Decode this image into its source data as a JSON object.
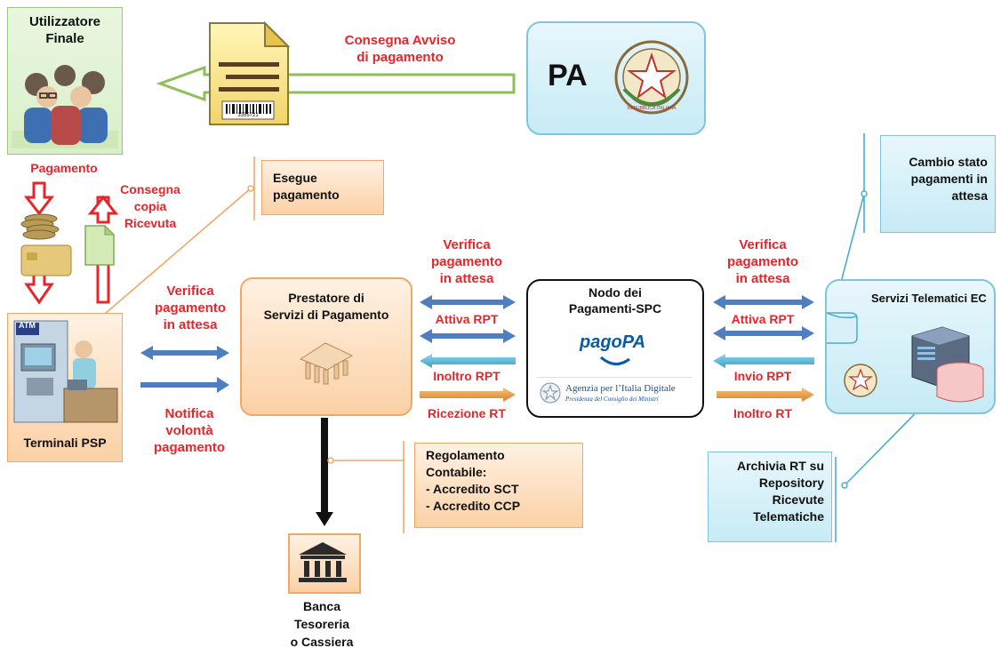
{
  "colors": {
    "red": "#e8252b",
    "blue_arrow": "#4f7fc0",
    "orange_arrow": "#e89a3a",
    "teal_arrow": "#4aaecf",
    "green_arrow": "#8dc05a",
    "line_orange": "#f0a868",
    "line_teal": "#4aaecf"
  },
  "end_user": {
    "title_l1": "Utilizzatore",
    "title_l2": "Finale",
    "icon": "people-icon"
  },
  "notice_doc": {
    "icon": "document-barcode-icon",
    "barcode": "3355721"
  },
  "pa": {
    "label": "PA",
    "seal_icon": "italian-emblem-icon",
    "seal_text": "REPUBBLICA ITALIANA"
  },
  "consegna_avviso": {
    "l1": "Consegna Avviso",
    "l2": "di pagamento"
  },
  "pagamento": "Pagamento",
  "consegna_copia": {
    "l1": "Consegna",
    "l2": "copia",
    "l3": "Ricevuta"
  },
  "esegue_pagamento": {
    "l1": "Esegue",
    "l2": "pagamento"
  },
  "terminali": {
    "label": "Terminali PSP",
    "atm": "ATM",
    "icon": "atm-cashier-icon"
  },
  "left_verifica": {
    "l1": "Verifica",
    "l2": "pagamento",
    "l3": "in attesa"
  },
  "left_notifica": {
    "l1": "Notifica",
    "l2": "volontà",
    "l3": "pagamento"
  },
  "psp": {
    "l1": "Prestatore  di",
    "l2": "Servizi di Pagamento",
    "icon": "bank-building-icon"
  },
  "mid_verifica": {
    "l1": "Verifica",
    "l2": "pagamento",
    "l3": "in attesa"
  },
  "mid_attiva": "Attiva RPT",
  "mid_inoltro": "Inoltro RPT",
  "mid_ricezione": "Ricezione RT",
  "nodo": {
    "l1": "Nodo dei",
    "l2": "Pagamenti-SPC",
    "logo": "pagoPA",
    "agid_l1": "Agenzia per l’Italia Digitale",
    "agid_l2": "Presidenza del Consiglio dei Ministri"
  },
  "right_verifica": {
    "l1": "Verifica",
    "l2": "pagamento",
    "l3": "in attesa"
  },
  "right_attiva": "Attiva RPT",
  "right_invio": "Invio RPT",
  "right_inoltro": "Inoltro RT",
  "servizi": {
    "label": "Servizi Telematici EC",
    "icon": "server-database-icon"
  },
  "cambio_stato": {
    "l1": "Cambio stato",
    "l2": "pagamenti in",
    "l3": "attesa"
  },
  "archivia": {
    "l1": "Archivia RT su",
    "l2": "Repository",
    "l3": "Ricevute",
    "l4": "Telematiche"
  },
  "regolamento": {
    "l1": "Regolamento",
    "l2": "Contabile:",
    "l3": "- Accredito SCT",
    "l4": "- Accredito CCP"
  },
  "banca": {
    "l1": "Banca",
    "l2": "Tesoreria",
    "l3": "o Cassiera",
    "icon": "bank-icon"
  }
}
